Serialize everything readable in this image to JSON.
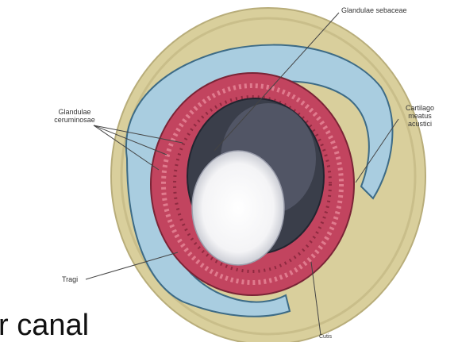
{
  "labels": {
    "glandulae_sebaceae": "Glandulae sebaceae",
    "glandulae_ceruminosae": "Glandulae\nceruminosae",
    "cartilago": "Cartilago\nmeatus\nacustici",
    "tragi": "Tragi",
    "cutis": "Cutis"
  },
  "caption": "r canal",
  "colors": {
    "outer_tissue": "#d9cf9c",
    "cartilage": "#a9cde0",
    "glands": "#c2445f",
    "epithelium_dark": "#3a3e4a",
    "lumen": "#ffffff",
    "caption_text": "#111111"
  }
}
